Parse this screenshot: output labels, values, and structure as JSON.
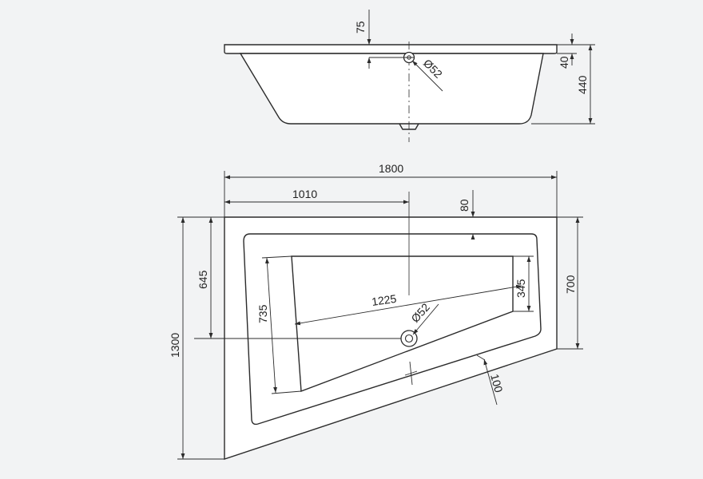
{
  "side_view": {
    "dimensions": {
      "rim_offset": "75",
      "drain_diameter": "Ø52",
      "rim_thickness": "40",
      "total_height": "440"
    }
  },
  "top_view": {
    "dimensions": {
      "total_length": "1800",
      "drain_position": "1010",
      "rim_top": "80",
      "left_inner": "645",
      "total_width": "1300",
      "right_height": "700",
      "inner_left_side": "735",
      "inner_right_side": "345",
      "inner_diagonal": "1225",
      "drain_diameter": "Ø52",
      "rim_front": "100"
    }
  }
}
